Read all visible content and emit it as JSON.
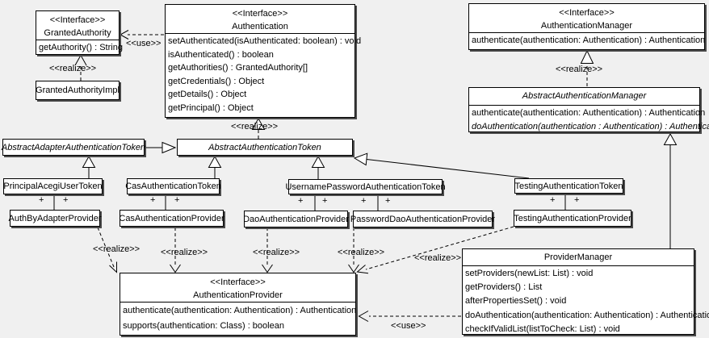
{
  "diagram": {
    "type": "uml-class-diagram",
    "background_color": "#f0f0f0",
    "node_fill": "#ffffff",
    "line_color": "#000000",
    "shadow_color": "#4a4a4a"
  },
  "labels": {
    "interface_stereotype": "<<Interface>>",
    "use": "<<use>>",
    "realize": "<<realize>>",
    "plus": "+"
  },
  "classes": {
    "granted_authority": {
      "stereotype": "<<Interface>>",
      "name": "GrantedAuthority",
      "methods": [
        "getAuthority() : String"
      ]
    },
    "granted_authority_impl": {
      "name": "GrantedAuthorityImpl"
    },
    "authentication": {
      "stereotype": "<<Interface>>",
      "name": "Authentication",
      "methods": [
        "setAuthenticated(isAuthenticated: boolean) : void",
        "isAuthenticated() : boolean",
        "getAuthorities() : GrantedAuthority[]",
        "getCredentials() : Object",
        "getDetails() : Object",
        "getPrincipal() : Object"
      ]
    },
    "authentication_manager": {
      "stereotype": "<<Interface>>",
      "name": "AuthenticationManager",
      "methods": [
        "authenticate(authentication: Authentication) : Authentication"
      ]
    },
    "abstract_authentication_manager": {
      "name": "AbstractAuthenticationManager",
      "methods": [
        "authenticate(authentication: Authentication) : Authentication",
        "doAuthentication(authentication : Authentication) : Authentication"
      ]
    },
    "abstract_adapter_authentication_token": {
      "name": "AbstractAdapterAuthenticationToken"
    },
    "abstract_authentication_token": {
      "name": "AbstractAuthenticationToken"
    },
    "principal_acegi_user_token": {
      "name": "PrincipalAcegiUserToken"
    },
    "cas_authentication_token": {
      "name": "CasAuthenticationToken"
    },
    "username_password_authentication_token": {
      "name": "UsernamePasswordAuthenticationToken"
    },
    "testing_authentication_token": {
      "name": "TestingAuthenticationToken"
    },
    "auth_by_adapter_provider": {
      "name": "AuthByAdapterProvider"
    },
    "cas_authentication_provider": {
      "name": "CasAuthenticationProvider"
    },
    "dao_authentication_provider": {
      "name": "DaoAuthenticationProvider"
    },
    "password_dao_authentication_provider": {
      "name": "PasswordDaoAuthenticationProvider"
    },
    "testing_authentication_provider": {
      "name": "TestingAuthenticationProvider"
    },
    "authentication_provider": {
      "stereotype": "<<Interface>>",
      "name": "AuthenticationProvider",
      "methods": [
        "authenticate(authentication: Authentication) : Authentication",
        "supports(authentication: Class) : boolean"
      ]
    },
    "provider_manager": {
      "name": "ProviderManager",
      "methods": [
        "setProviders(newList: List) : void",
        "getProviders() : List",
        "afterPropertiesSet() : void",
        "doAuthentication(authentication: Authentication) : Authentication",
        "checkIfValidList(listToCheck: List) : void"
      ]
    }
  },
  "relationships": [
    {
      "from": "Authentication",
      "to": "GrantedAuthority",
      "type": "use"
    },
    {
      "from": "GrantedAuthorityImpl",
      "to": "GrantedAuthority",
      "type": "realize"
    },
    {
      "from": "AbstractAuthenticationToken",
      "to": "Authentication",
      "type": "realize"
    },
    {
      "from": "AbstractAuthenticationManager",
      "to": "AuthenticationManager",
      "type": "realize"
    },
    {
      "from": "AbstractAdapterAuthenticationToken",
      "to": "AbstractAuthenticationToken",
      "type": "generalization"
    },
    {
      "from": "PrincipalAcegiUserToken",
      "to": "AbstractAdapterAuthenticationToken",
      "type": "generalization"
    },
    {
      "from": "CasAuthenticationToken",
      "to": "AbstractAuthenticationToken",
      "type": "generalization"
    },
    {
      "from": "UsernamePasswordAuthenticationToken",
      "to": "AbstractAuthenticationToken",
      "type": "generalization"
    },
    {
      "from": "TestingAuthenticationToken",
      "to": "AbstractAuthenticationToken",
      "type": "generalization"
    },
    {
      "from": "ProviderManager",
      "to": "AbstractAuthenticationManager",
      "type": "generalization"
    },
    {
      "from": "PrincipalAcegiUserToken",
      "to": "AuthByAdapterProvider",
      "type": "association"
    },
    {
      "from": "CasAuthenticationToken",
      "to": "CasAuthenticationProvider",
      "type": "association"
    },
    {
      "from": "UsernamePasswordAuthenticationToken",
      "to": "DaoAuthenticationProvider",
      "type": "association"
    },
    {
      "from": "UsernamePasswordAuthenticationToken",
      "to": "PasswordDaoAuthenticationProvider",
      "type": "association"
    },
    {
      "from": "TestingAuthenticationToken",
      "to": "TestingAuthenticationProvider",
      "type": "association"
    },
    {
      "from": "AuthByAdapterProvider",
      "to": "AuthenticationProvider",
      "type": "realize"
    },
    {
      "from": "CasAuthenticationProvider",
      "to": "AuthenticationProvider",
      "type": "realize"
    },
    {
      "from": "DaoAuthenticationProvider",
      "to": "AuthenticationProvider",
      "type": "realize"
    },
    {
      "from": "PasswordDaoAuthenticationProvider",
      "to": "AuthenticationProvider",
      "type": "realize"
    },
    {
      "from": "TestingAuthenticationProvider",
      "to": "AuthenticationProvider",
      "type": "realize"
    },
    {
      "from": "ProviderManager",
      "to": "AuthenticationProvider",
      "type": "use"
    }
  ]
}
